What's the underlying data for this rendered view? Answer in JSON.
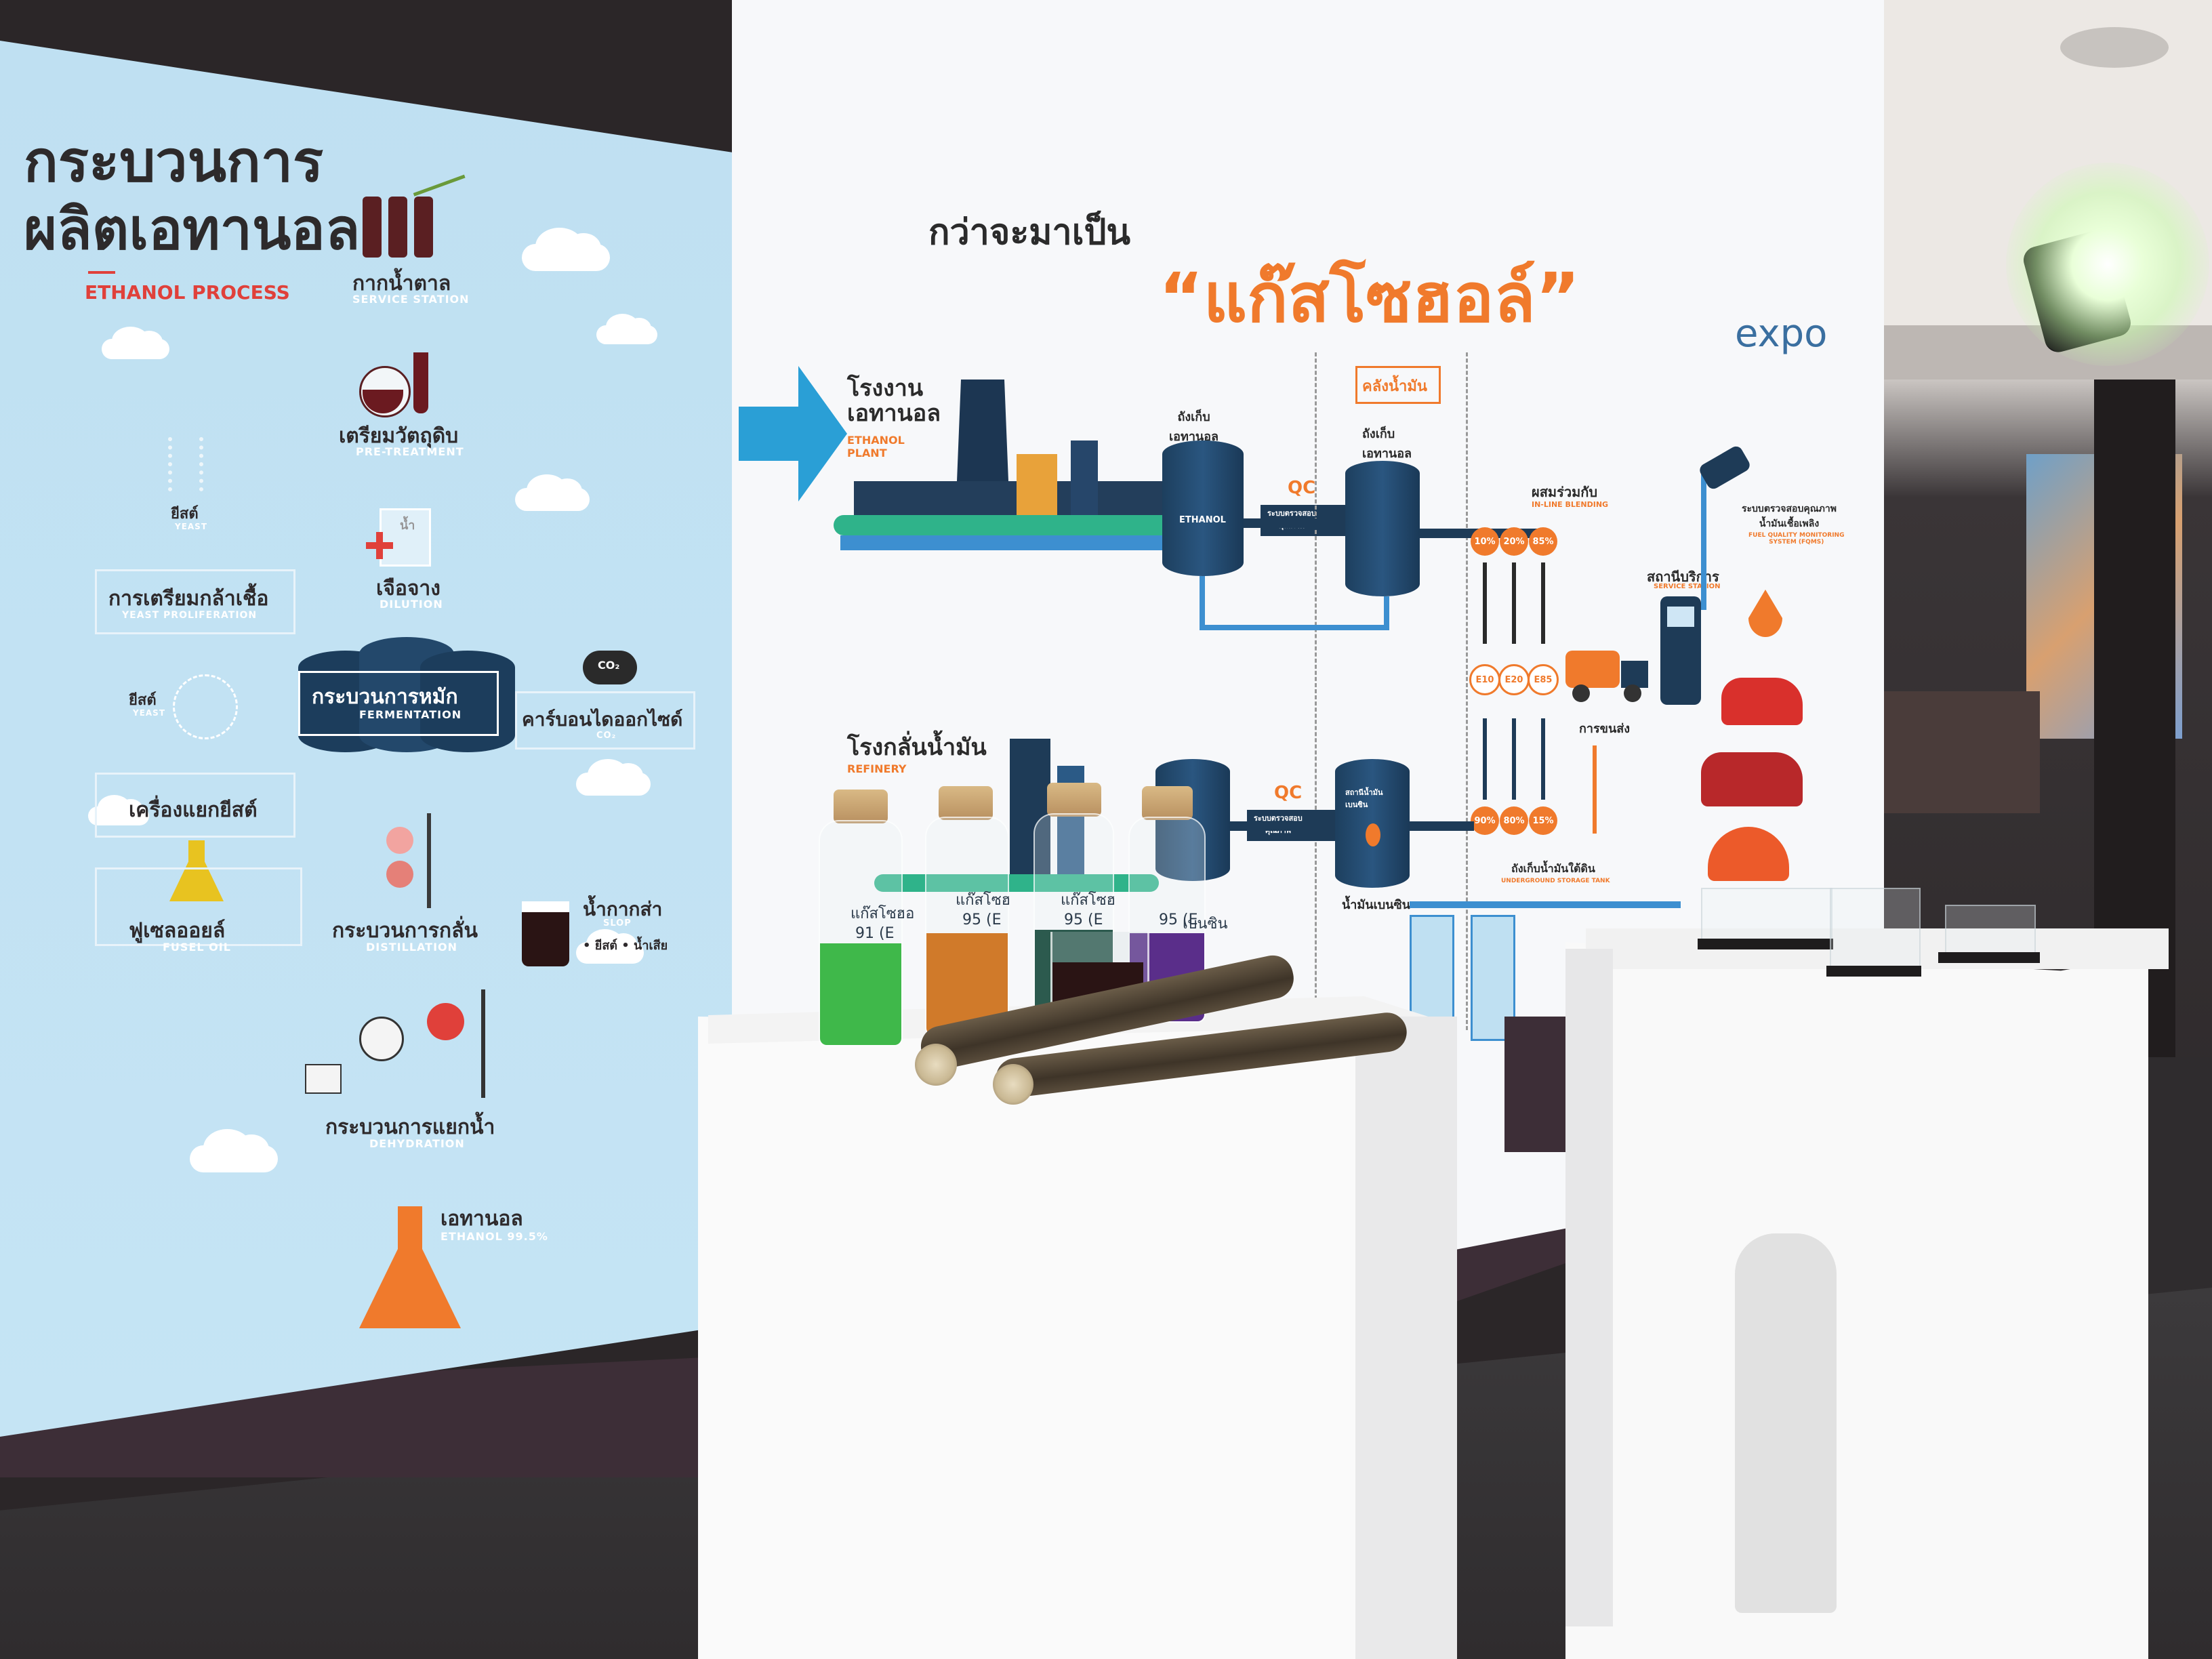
{
  "left_panel": {
    "title_line1": "กระบวนการ",
    "title_line2": "ผลิตเอทานอล",
    "title_en": "ETHANOL PROCESS",
    "steps": {
      "molasses": "กากน้ำตาล",
      "molasses_en": "SERVICE STATION",
      "pretreatment": "เตรียมวัตถุดิบ",
      "pretreatment_en": "PRE-TREATMENT",
      "yeast1": "ยีสต์",
      "yeast1_en": "YEAST",
      "water": "น้ำ",
      "dilution": "เจือจาง",
      "dilution_en": "DILUTION",
      "yeast_prop": "การเตรียมกล้าเชื้อ",
      "yeast_prop_en": "YEAST PROLIFERATION",
      "yeast2": "ยีสต์",
      "yeast2_en": "YEAST",
      "fermentation": "กระบวนการหมัก",
      "fermentation_en": "FERMENTATION",
      "co2": "CO₂",
      "co2_label": "คาร์บอนไดออกไซด์",
      "co2_en": "CO₂",
      "separator": "เครื่องแยกยีสต์",
      "fusel": "ฟูเซลออยล์",
      "fusel_en": "FUSEL OIL",
      "distillation": "กระบวนการกลั่น",
      "distillation_en": "DISTILLATION",
      "slop": "น้ำกากส่า",
      "slop_en": "SLOP",
      "slop_sub": "• ยีสต์  • น้ำเสีย",
      "dehydration": "กระบวนการแยกน้ำ",
      "dehydration_en": "DEHYDRATION",
      "ethanol": "เอทานอล",
      "ethanol_en": "ETHANOL 99.5%"
    }
  },
  "wall": {
    "headline_pre": "กว่าจะมาเป็น",
    "headline_main": "“แก๊สโซฮอล์”",
    "logo": "expo",
    "ethanol_plant": "โรงงาน\nเอทานอล",
    "ethanol_plant_en": "ETHANOL\nPLANT",
    "tank1": "ถังเก็บ\nเอทานอล",
    "tank_word": "ETHANOL",
    "qc": "QC",
    "qc_label": "ระบบตรวจสอบ\nคุณภาพ",
    "depot": "คลังน้ำมัน",
    "tank2": "ถังเก็บ\nเอทานอล",
    "blending": "ผสมร่วมกับ",
    "blending_en": "IN-LINE BLENDING",
    "ratios_top": [
      "10%",
      "20%",
      "85%"
    ],
    "grades": [
      "E10",
      "E20",
      "E85"
    ],
    "ratios_bottom": [
      "90%",
      "80%",
      "15%"
    ],
    "transport": "การขนส่ง",
    "station": "สถานีบริการ",
    "station_en": "SERVICE STATION",
    "quality": "ระบบตรวจสอบคุณภาพ\nน้ำมันเชื้อเพลิง",
    "quality_en": "FUEL QUALITY MONITORING\nSYSTEM (FQMS)",
    "refinery": "โรงกลั่นน้ำมัน",
    "refinery_en": "REFINERY",
    "qc2": "QC",
    "qc2_label": "ระบบตรวจสอบ\nคุณภาพ",
    "gasoline_tank": "สถานีน้ำมัน\nเบนซิน",
    "gasoline": "น้ำมันเบนซิน",
    "underground": "ถังเก็บน้ำมันใต้ดิน",
    "underground_en": "UNDERGROUND STORAGE TANK"
  },
  "bottles": [
    {
      "label1": "แก๊สโซฮอ",
      "label2": "91 (E",
      "color": "#3fb84a"
    },
    {
      "label1": "แก๊สโซฮ",
      "label2": "95 (E",
      "color": "#d07a2a"
    },
    {
      "label1": "แก๊สโซฮ",
      "label2": "95 (E",
      "color": "#2c5a4e"
    },
    {
      "label1": "",
      "label2": "95 (E",
      "color": "#5a2e8a"
    }
  ],
  "beaker_label": "เบนซิน",
  "colors": {
    "panel_blue": "#c3e2f3",
    "accent_orange": "#f07a2c",
    "navy": "#1e3b57",
    "arrow_blue": "#2a9fd6"
  }
}
